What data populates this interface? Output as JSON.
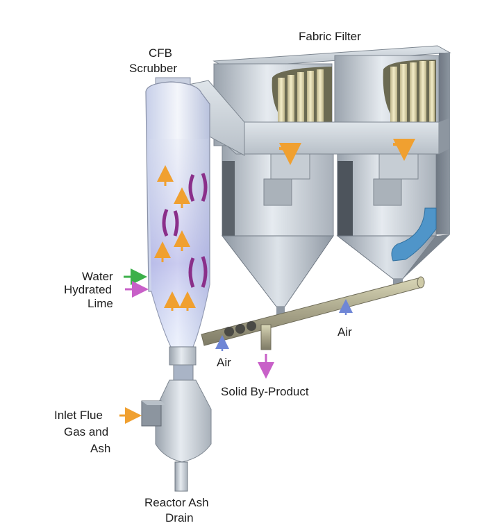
{
  "labels": {
    "fabric_filter": "Fabric Filter",
    "cfb_line1": "CFB",
    "cfb_line2": "Scrubber",
    "water": "Water",
    "hydrated_line1": "Hydrated",
    "hydrated_line2": "Lime",
    "inlet_line1": "Inlet Flue",
    "inlet_line2": "Gas and",
    "inlet_line3": "Ash",
    "reactor_line1": "Reactor Ash",
    "reactor_line2": "Drain",
    "air_left": "Air",
    "air_right": "Air",
    "solid_byproduct": "Solid By-Product"
  },
  "colors": {
    "water_arrow": "#3cb04a",
    "lime_arrow": "#c860c8",
    "flue_arrow": "#f0a030",
    "air_arrow": "#6f86d6",
    "byproduct_arrow": "#c860c8",
    "flow_arrow": "#f0a030",
    "recirc_arrow": "#8a2f8a",
    "filter_bags": "#e8e0b0"
  }
}
